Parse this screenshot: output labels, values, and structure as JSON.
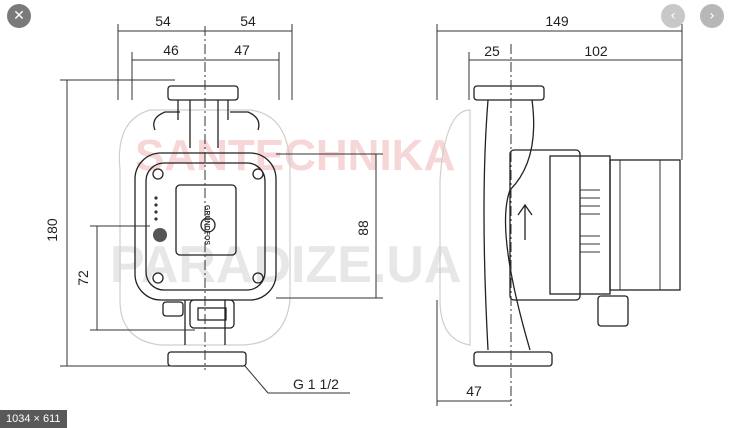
{
  "viewer": {
    "close_icon": "close-icon",
    "prev_icon": "chevron-left-icon",
    "next_icon": "chevron-right-icon",
    "image_size": "1034 × 611"
  },
  "drawing": {
    "dims_front": {
      "top_left_outer": "54",
      "top_right_outer": "54",
      "top_left_inner": "46",
      "top_right_inner": "47",
      "height_total": "180",
      "height_lower": "72",
      "height_box": "88",
      "thread": "G 1 1/2"
    },
    "dims_side": {
      "width_total": "149",
      "width_left": "25",
      "width_right": "102",
      "width_bottom": "47"
    },
    "brand_logo": "GRUNDFOS",
    "watermark": [
      "SANTECHNIKA",
      "PARADIZE.UA"
    ]
  }
}
